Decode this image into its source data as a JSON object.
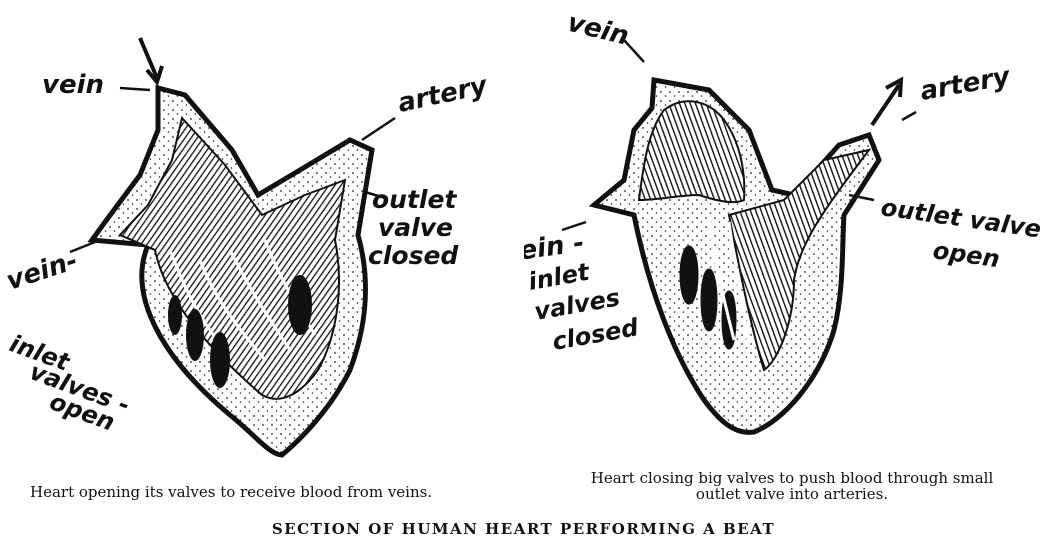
{
  "title": "SECTION OF HUMAN HEART PERFORMING A BEAT",
  "left_panel": {
    "labels": {
      "vein_top": "vein",
      "artery": "artery",
      "vein_side": "vein-",
      "outlet_line1": "outlet",
      "outlet_line2": "valve",
      "outlet_line3": "closed",
      "inlet_line1": "inlet",
      "inlet_line2": "valves -",
      "inlet_line3": "open"
    },
    "caption": "Heart opening its valves to receive blood from veins."
  },
  "right_panel": {
    "labels": {
      "vein_top": "vein",
      "artery": "artery",
      "vein_side": "vein -",
      "outlet_line1": "outlet valve",
      "outlet_line2": "open",
      "inlet_line1": "inlet",
      "inlet_line2": "valves",
      "inlet_line3": "closed"
    },
    "caption_line1": "Heart closing big valves to push blood through small",
    "caption_line2": "outlet valve into arteries."
  }
}
